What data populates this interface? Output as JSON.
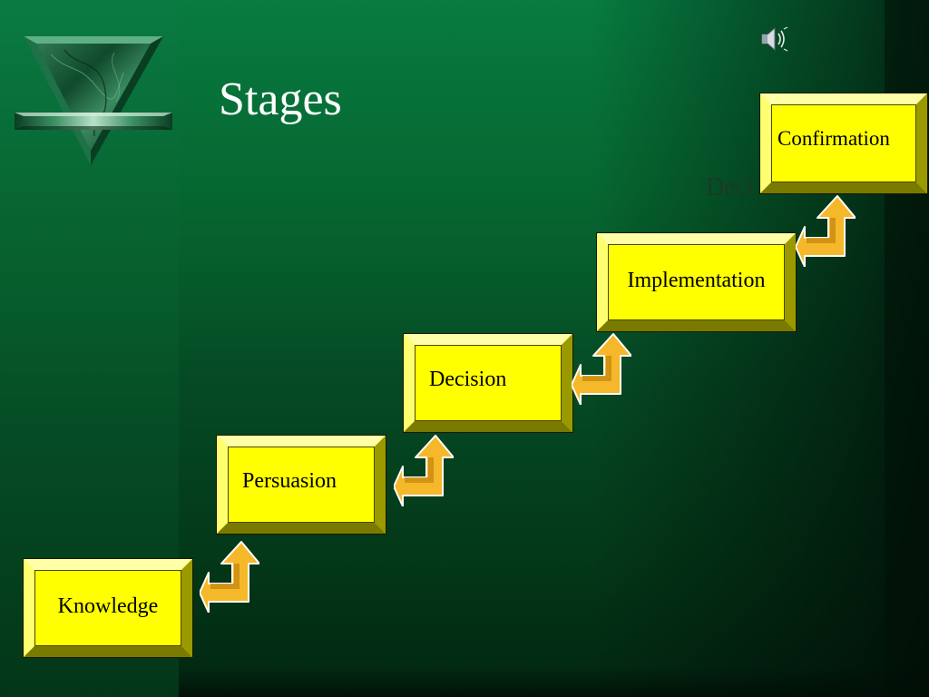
{
  "slide": {
    "title": "Stages",
    "ghost_text": "Deci",
    "stages": [
      {
        "label": "Knowledge"
      },
      {
        "label": "Persuasion"
      },
      {
        "label": "Decision"
      },
      {
        "label": "Implementation"
      },
      {
        "label": "Confirmation"
      }
    ],
    "icons": {
      "logo": "marble-triangle-logo-icon",
      "sound": "speaker-sound-icon",
      "connector": "bent-up-arrow-icon"
    },
    "colors": {
      "background": "#05602f",
      "box_face": "#ffff00",
      "arrow_fill": "#f5b82a",
      "title_text": "#ffffff"
    }
  }
}
